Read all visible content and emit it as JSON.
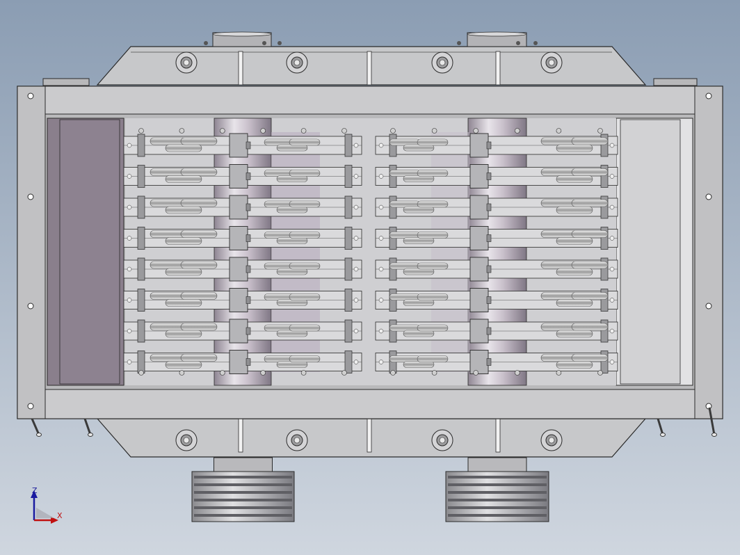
{
  "viewport": {
    "background_top": "#8b9db3",
    "background_bottom": "#cfd6df"
  },
  "model": {
    "frame_color": "#c7c8ca",
    "frame_edge": "#2a2a2a",
    "side_panel_color": "#8a7f8c",
    "inner_panel_color": "#d2d2d4",
    "shaft_color": "#b9b0bb",
    "rotor_sections_per_shaft": 8,
    "shafts": 2,
    "pulleys": 2,
    "pulley_grooves": 6,
    "top_bolts": 4,
    "bottom_bolts": 4
  },
  "triad": {
    "z_label": "Z",
    "x_label": "X",
    "z_color": "#1a1aa0",
    "x_color": "#c01010"
  }
}
